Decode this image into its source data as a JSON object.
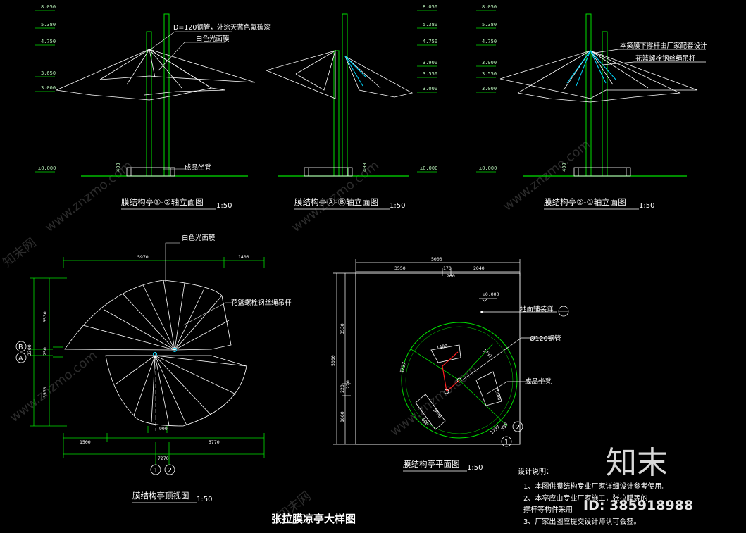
{
  "levels": [
    "8.050",
    "5.380",
    "4.750",
    "3.650",
    "3.000",
    "±0.000"
  ],
  "levels_mid": [
    "8.050",
    "5.380",
    "4.750",
    "3.900",
    "3.550",
    "3.000",
    "±0.000"
  ],
  "levels_right": [
    "8.050",
    "5.380",
    "4.750",
    "3.900",
    "3.550",
    "3.000",
    "±0.000"
  ],
  "height_400": "400",
  "elev1": {
    "note_pipe": "D=120钢管，外涂天蓝色氟碳漆",
    "note_membrane": "白色光面膜",
    "note_seat": "成品坐凳",
    "title": "膜结构亭①-②轴立面图",
    "scale": "1:50"
  },
  "elev2": {
    "title": "膜结构亭Ⓐ-Ⓑ轴立面图",
    "scale": "1:50"
  },
  "elev3": {
    "note_rod1": "本築膜下撑杆由厂家配套设计",
    "note_rod2": "花篮螺栓钢丝绳吊杆",
    "title": "膜结构亭②-①轴立面图",
    "scale": "1:50"
  },
  "top": {
    "note_membrane": "白色光面膜",
    "note_rod": "花篮螺栓钢丝绳吊杆",
    "dims": [
      "5970",
      "1400",
      "3530",
      "250",
      "2300",
      "3570",
      "1500",
      "900",
      "5770",
      "7270"
    ],
    "axis_b": "B",
    "axis_a": "A",
    "axis_1": "1",
    "axis_2": "2",
    "title": "膜结构亭顶视图",
    "scale": "1:50"
  },
  "plan": {
    "dims_top": [
      "5000",
      "3550",
      "170",
      "2040",
      "260"
    ],
    "dims_left": [
      "3530",
      "5000",
      "220",
      "270",
      "1660"
    ],
    "level": "±0.000",
    "note_floor": "地面铺装详",
    "note_pipe": "Ø120钢管",
    "note_seat": "成品坐凳",
    "seat_dims": [
      "1400",
      "1000",
      "1400",
      "600",
      "1737",
      "1737",
      "1737",
      "350"
    ],
    "axis_1": "1",
    "axis_2": "2",
    "title": "膜结构亭平面图",
    "scale": "1:50"
  },
  "main_title": "张拉膜凉亭大样图",
  "notes": {
    "heading": "设计说明：",
    "items": [
      "1、本图供膜结构专业厂家详细设计参考使用。",
      "2、本亭应由专业厂家施工，张拉膜等的",
      "   撑杆等构件采用",
      "3、厂家出图应提交设计师认可会签。"
    ]
  },
  "brand": {
    "logo": "知末",
    "id": "ID: 385918988",
    "watermark": "www.znzmo.com",
    "watermark_cn": "知末网"
  }
}
